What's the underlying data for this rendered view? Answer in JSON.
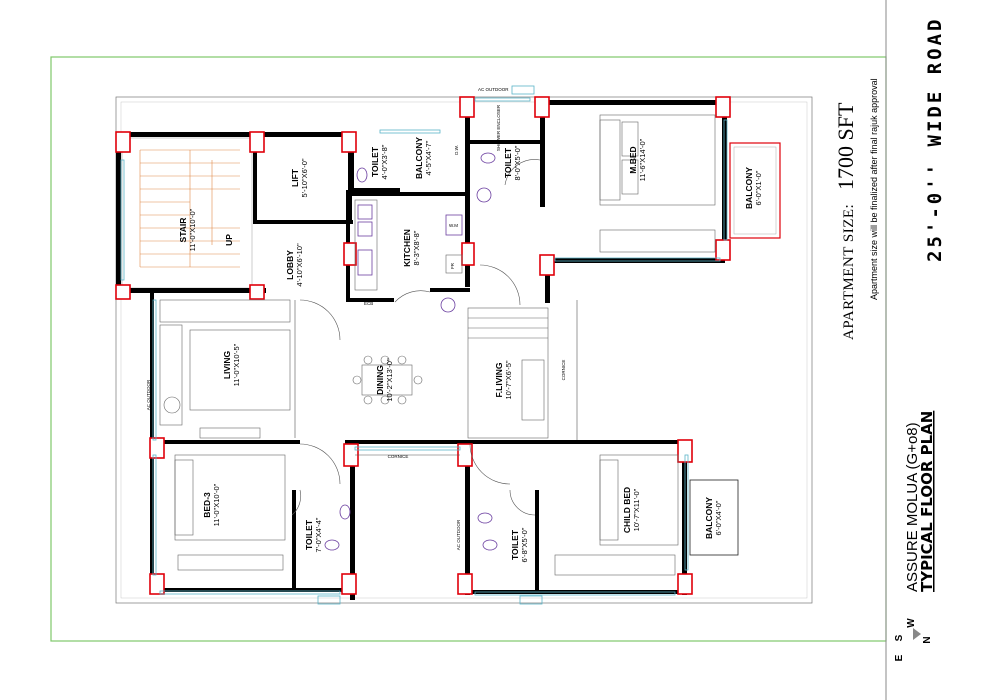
{
  "drawing": {
    "apartment_size_label": "APARTMENT SIZE:",
    "apartment_size_value": "1700 SFT",
    "note": "Apartment size will be finalized after final rajuk approval",
    "road": "25'-0'' WIDE ROAD",
    "project": "ASSURE MOLUA (G+o8)",
    "plan_title": "TYPICAL FLOOR PLAN",
    "compass": {
      "s": "S",
      "w": "W",
      "e": "E",
      "n": "N"
    }
  },
  "rooms": {
    "stair": {
      "name": "STAIR",
      "dim": "11'-0\"X10'-0\"",
      "up": "UP"
    },
    "lift": {
      "name": "LIFT",
      "dim": "5'-10\"X6'-0\""
    },
    "lobby": {
      "name": "LOBBY",
      "dim": "4'-10\"X6'-10\""
    },
    "toilet_small": {
      "name": "TOILET",
      "dim": "4'-0\"X3'-8\""
    },
    "balcony_kitchen": {
      "name": "BALCONY",
      "dim": "4'-5\"X4'-7\""
    },
    "kitchen": {
      "name": "KITCHEN",
      "dim": "8'-3\"X8'-8\""
    },
    "toilet_master": {
      "name": "TOILET",
      "dim": "8'-0\"X5'-0\""
    },
    "master_bed": {
      "name": "M.BED",
      "dim": "11'-6\"X14'-0\""
    },
    "balcony_master": {
      "name": "BALCONY",
      "dim": "6'-0\"X1'-0\""
    },
    "living": {
      "name": "LIVING",
      "dim": "11'-0\"X10'-5\""
    },
    "dining": {
      "name": "DINING",
      "dim": "10'-2\"X13'-0\""
    },
    "family_living": {
      "name": "F.LIVING",
      "dim": "10'-7\"X6'-5\""
    },
    "bed3": {
      "name": "BED-3",
      "dim": "11'-0\"X10'-0\""
    },
    "toilet_bed3": {
      "name": "TOILET",
      "dim": "7'-0\"X4'-4\""
    },
    "toilet_child": {
      "name": "TOILET",
      "dim": "6'-8\"X5'-0\""
    },
    "child_bed": {
      "name": "CHILD BED",
      "dim": "10'-7\"X11'-0\""
    },
    "balcony_child": {
      "name": "BALCONY",
      "dim": "6'-0\"X4'-0\""
    }
  },
  "small_labels": {
    "ac_outdoor": "AC OUTDOOR",
    "shower": "SHOWER ENCLOSER",
    "dw": "D.W.",
    "wm": "W.M",
    "fr": "FR",
    "ecb": "ECB",
    "cornice": "CORNICE"
  }
}
